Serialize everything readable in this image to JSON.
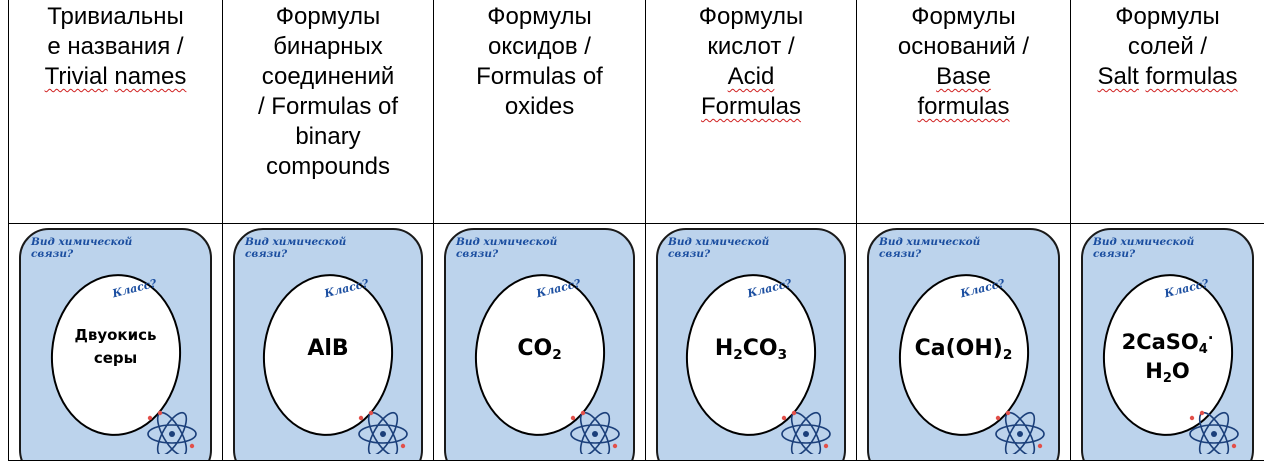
{
  "headers": [
    {
      "id": "trivial",
      "lines": [
        [
          {
            "t": "Тривиальны",
            "s": false
          }
        ],
        [
          {
            "t": "е названия /",
            "s": false
          }
        ],
        [
          {
            "t": "Trivial",
            "s": true
          },
          {
            "t": " ",
            "s": false
          },
          {
            "t": "names",
            "s": true
          }
        ]
      ]
    },
    {
      "id": "binary",
      "lines": [
        [
          {
            "t": "Формулы",
            "s": false
          }
        ],
        [
          {
            "t": "бинарных",
            "s": false
          }
        ],
        [
          {
            "t": "соединений",
            "s": false
          }
        ],
        [
          {
            "t": "/ Formulas of",
            "s": false
          }
        ],
        [
          {
            "t": "binary",
            "s": false
          }
        ],
        [
          {
            "t": "compounds",
            "s": false
          }
        ]
      ]
    },
    {
      "id": "oxides",
      "lines": [
        [
          {
            "t": "Формулы",
            "s": false
          }
        ],
        [
          {
            "t": "оксидов /",
            "s": false
          }
        ],
        [
          {
            "t": "Formulas of",
            "s": false
          }
        ],
        [
          {
            "t": "oxides",
            "s": false
          }
        ]
      ]
    },
    {
      "id": "acids",
      "lines": [
        [
          {
            "t": "Формулы",
            "s": false
          }
        ],
        [
          {
            "t": "кислот /",
            "s": false
          }
        ],
        [
          {
            "t": "Acid",
            "s": true
          }
        ],
        [
          {
            "t": "Formulas",
            "s": true
          }
        ]
      ]
    },
    {
      "id": "bases",
      "lines": [
        [
          {
            "t": "Формулы",
            "s": false
          }
        ],
        [
          {
            "t": "оснований /",
            "s": false
          }
        ],
        [
          {
            "t": "Base",
            "s": true
          }
        ],
        [
          {
            "t": "formulas",
            "s": true
          }
        ]
      ]
    },
    {
      "id": "salts",
      "lines": [
        [
          {
            "t": "Формулы",
            "s": false
          }
        ],
        [
          {
            "t": "солей /",
            "s": false
          }
        ],
        [
          {
            "t": "Salt",
            "s": true
          },
          {
            "t": " ",
            "s": false
          },
          {
            "t": "formulas",
            "s": true
          }
        ]
      ]
    }
  ],
  "card_labels": {
    "bond_line1": "Вид химической",
    "bond_line2": "связи?",
    "class": "Класс?"
  },
  "cards": [
    {
      "id": "sulfur-dioxide",
      "size": 15,
      "lines": [
        [
          {
            "t": "Двуокись"
          }
        ],
        [
          {
            "t": "серы"
          }
        ]
      ]
    },
    {
      "id": "alb",
      "size": 22,
      "lines": [
        [
          {
            "t": "AlB"
          }
        ]
      ]
    },
    {
      "id": "co2",
      "size": 22,
      "lines": [
        [
          {
            "t": "CO"
          },
          {
            "t": "2",
            "sub": true
          }
        ]
      ]
    },
    {
      "id": "h2co3",
      "size": 22,
      "lines": [
        [
          {
            "t": "H"
          },
          {
            "t": "2",
            "sub": true
          },
          {
            "t": "CO"
          },
          {
            "t": "3",
            "sub": true
          }
        ]
      ]
    },
    {
      "id": "caoh2",
      "size": 22,
      "lines": [
        [
          {
            "t": "Ca(OH)"
          },
          {
            "t": "2",
            "sub": true
          }
        ]
      ]
    },
    {
      "id": "caso4-h2o",
      "size": 21,
      "lines": [
        [
          {
            "t": "2CaSO"
          },
          {
            "t": "4",
            "sub": true
          },
          {
            "t": "·",
            "dot": true
          }
        ],
        [
          {
            "t": "H"
          },
          {
            "t": "2",
            "sub": true
          },
          {
            "t": "O"
          }
        ]
      ]
    }
  ],
  "colors": {
    "card_fill": "#bcd3ec",
    "label_blue": "#1b4ea0",
    "spell_underline": "#d02020"
  },
  "icons": {
    "card_emblem": "atom-icon"
  }
}
